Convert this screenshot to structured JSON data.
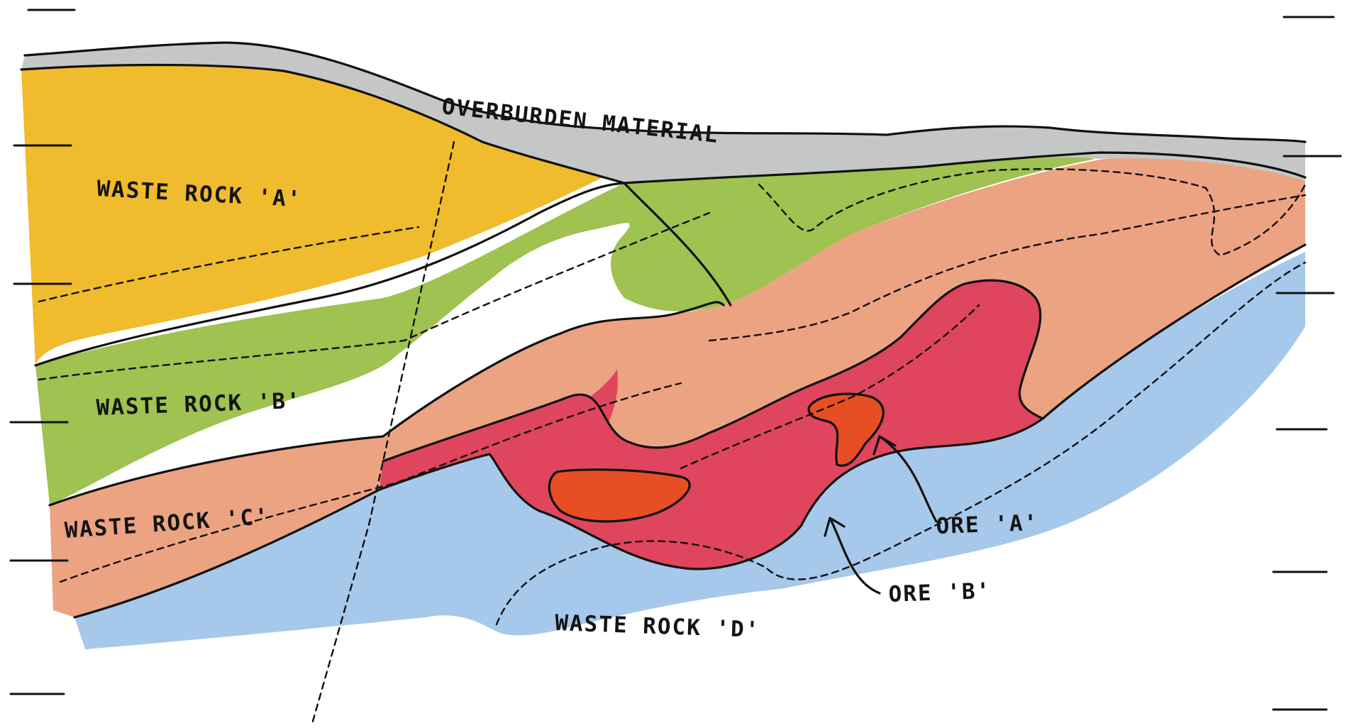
{
  "diagram": {
    "colors": {
      "overburden": "#c4c7c6",
      "waste_a": "#f0bb2c",
      "waste_b": "#9fc250",
      "waste_c": "#eca382",
      "waste_d": "#a6c8ea",
      "ore_b": "#e0455e",
      "ore_a": "#e84e24",
      "line": "#111111"
    },
    "labels": {
      "overburden": "OVERBURDEN MATERIAL",
      "waste_a": "WASTE ROCK 'A'",
      "waste_b": "WASTE ROCK 'B'",
      "waste_c": "WASTE ROCK 'C'",
      "waste_d": "WASTE ROCK 'D'",
      "ore_a": "ORE 'A'",
      "ore_b": "ORE 'B'"
    }
  }
}
